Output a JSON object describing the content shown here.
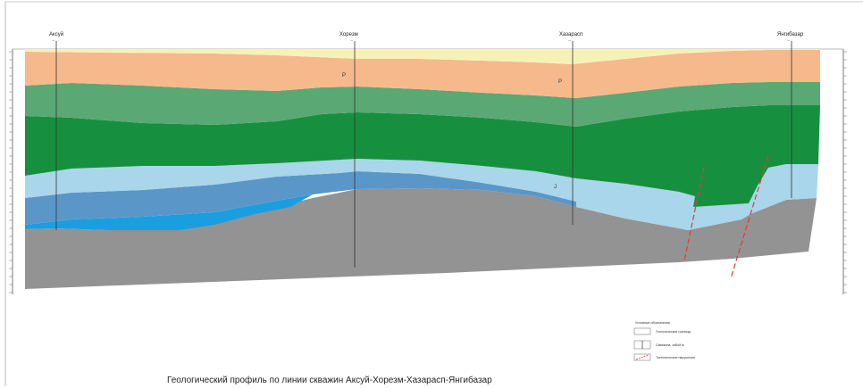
{
  "profile": {
    "caption": "Геологический профиль по линии скважин Аксуй-Хорезм-Хазарасп-Янгибазар",
    "wells": [
      {
        "name": "Аксуй",
        "depth_label": "—"
      },
      {
        "name": "Хорезм",
        "depth_label": "—"
      },
      {
        "name": "Хазарасп",
        "depth_label": "—"
      },
      {
        "name": "Янгибазар",
        "depth_label": "—"
      }
    ],
    "layer_symbols": [
      "P",
      "P",
      "J"
    ],
    "legend": {
      "title": "Условные обозначения",
      "items": [
        "Геологические границы",
        "Скважина, забой м",
        "Тектонические нарушения"
      ]
    },
    "colors": {
      "quaternary": "#f6f2b6",
      "paleogene": "#f6b98c",
      "upper_green": "#5aa873",
      "main_green": "#16903f",
      "light_blue": "#a9d6ea",
      "mid_blue": "#5a97c8",
      "bright_blue": "#1a9ee0",
      "basement": "#939393",
      "fault": "#e03a3a"
    }
  }
}
